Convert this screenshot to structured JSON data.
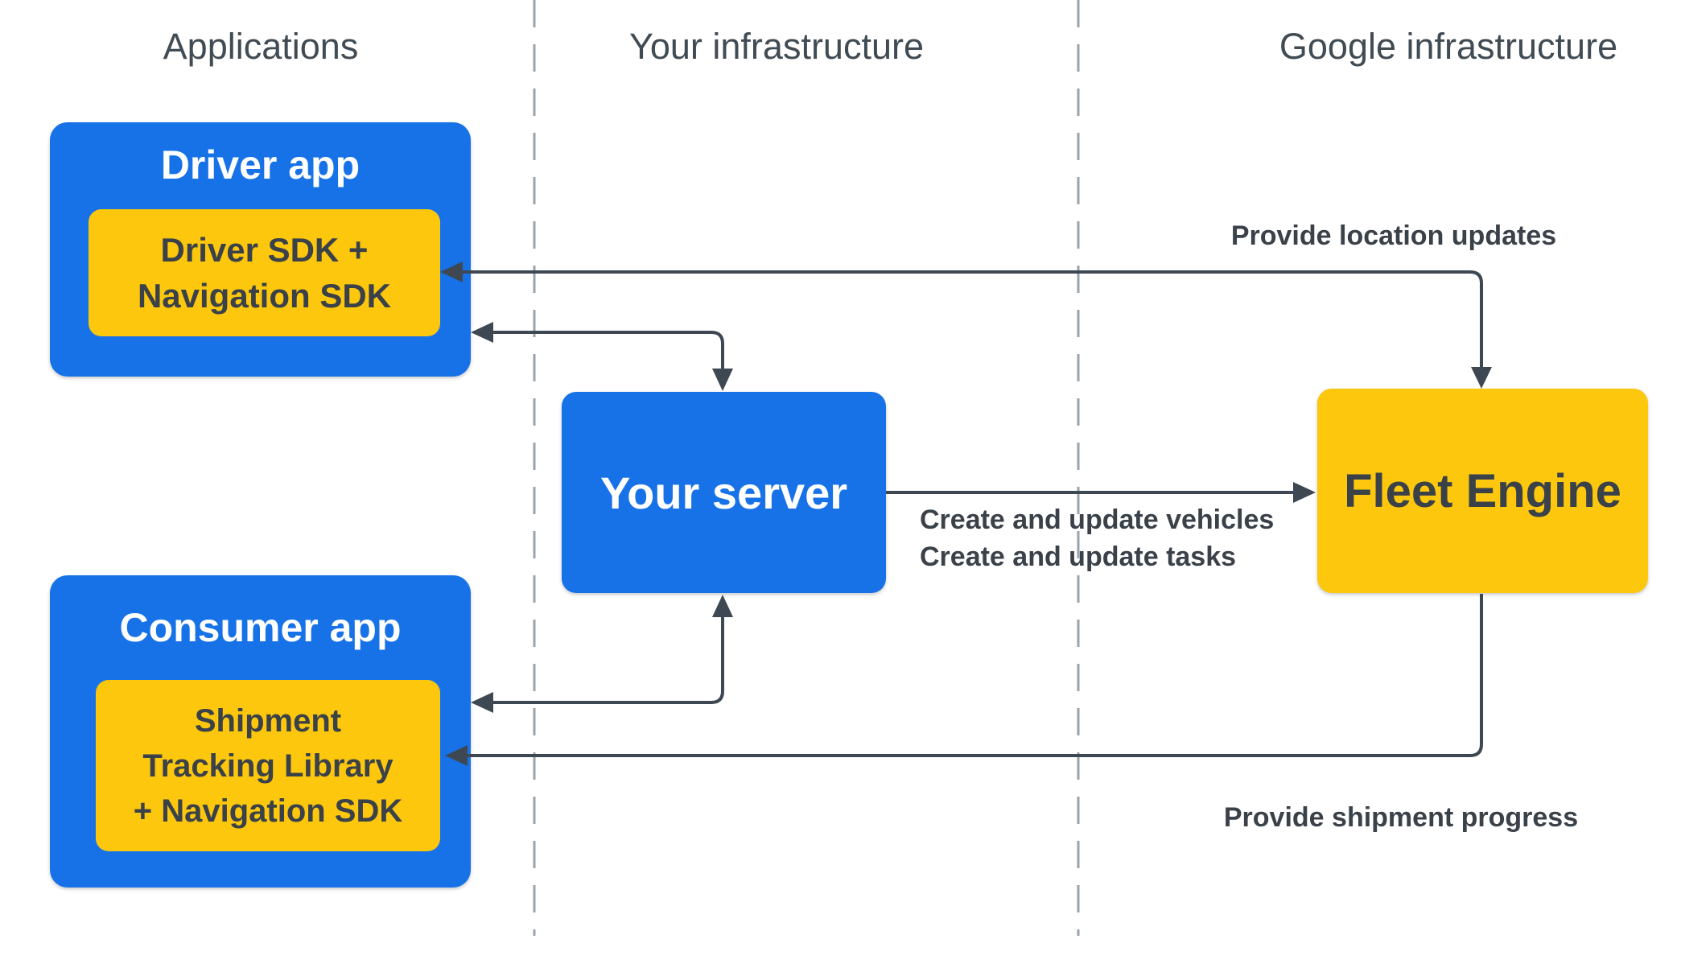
{
  "headers": {
    "applications": "Applications",
    "your_infrastructure": "Your infrastructure",
    "google_infrastructure": "Google infrastructure"
  },
  "nodes": {
    "driver_app": {
      "label": "Driver app",
      "sdk_line1": "Driver SDK +",
      "sdk_line2": "Navigation SDK"
    },
    "consumer_app": {
      "label": "Consumer app",
      "lib_line1": "Shipment",
      "lib_line2": "Tracking Library",
      "lib_line3": "+ Navigation SDK"
    },
    "your_server": {
      "label": "Your server"
    },
    "fleet_engine": {
      "label": "Fleet Engine"
    }
  },
  "edge_labels": {
    "provide_location_updates": "Provide location updates",
    "create_update_vehicles": "Create and update vehicles",
    "create_update_tasks": "Create and update tasks",
    "provide_shipment_progress": "Provide shipment progress"
  },
  "colors": {
    "blue": "#1772E8",
    "yellow": "#FCC70D",
    "arrow": "#3E4852",
    "text_dark": "#3A4149",
    "header_text": "#414B53",
    "divider": "#9AA3AB",
    "white_text": "#FFFFFF"
  }
}
